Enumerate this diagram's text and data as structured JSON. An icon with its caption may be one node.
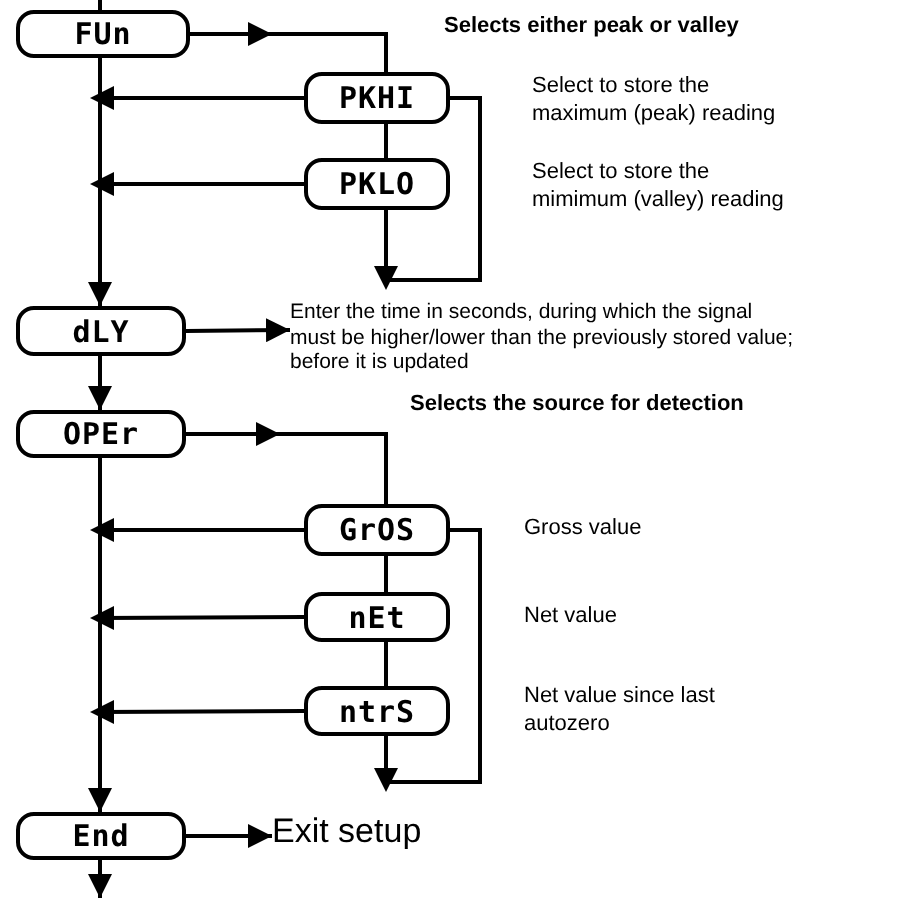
{
  "diagram": {
    "nodes": [
      {
        "text": [
          "FUn"
        ]
      },
      {
        "text": [
          "PKHI"
        ],
        "beside": [
          "Select to store the maximum (peak) reading"
        ]
      },
      {
        "text": [
          "PKLO"
        ],
        "beside": [
          "Select to store the mimimum (valley) reading"
        ]
      },
      {
        "text": [
          "dLY"
        ]
      },
      {
        "text": [
          "Enter the time in seconds, during which the signal must be higher/lower than the previously stored value; before it is updated"
        ]
      },
      {
        "text": [
          "OPEr"
        ]
      },
      {
        "text": [
          "GrOS"
        ],
        "beside": [
          "Gross value"
        ]
      },
      {
        "text": [
          "nEt"
        ],
        "beside": [
          "Net value"
        ]
      },
      {
        "text": [
          "ntrS"
        ],
        "beside": [
          "Net value since last autozero"
        ]
      },
      {
        "text": [
          "End"
        ]
      },
      {
        "text": [
          "Exit setup"
        ]
      }
    ],
    "edges": [
      {
        "from": null,
        "to": 0,
        "arrow": "none"
      },
      {
        "from": 0,
        "to": 1,
        "arrow": "to"
      },
      {
        "from": 1,
        "to": 2,
        "arrow": "none"
      },
      {
        "from": 1,
        "to": 3,
        "arrow": "to"
      },
      {
        "from": 2,
        "to": 3,
        "arrow": "to"
      },
      {
        "from": 2,
        "to": 1,
        "arrow": "to"
      },
      {
        "from": 0,
        "to": 3,
        "arrow": "to"
      },
      {
        "from": 3,
        "to": 4,
        "arrow": "to"
      },
      {
        "from": 3,
        "to": 5,
        "arrow": "to"
      },
      {
        "from": 5,
        "to": 6,
        "arrow": "to"
      },
      {
        "from": 6,
        "to": 7,
        "arrow": "none"
      },
      {
        "from": 7,
        "to": 8,
        "arrow": "none"
      },
      {
        "from": 6,
        "to": 9,
        "arrow": "to"
      },
      {
        "from": 7,
        "to": 9,
        "arrow": "to"
      },
      {
        "from": 8,
        "to": 9,
        "arrow": "to"
      },
      {
        "from": 8,
        "to": 6,
        "arrow": "to"
      },
      {
        "from": 5,
        "to": 9,
        "arrow": "to"
      },
      {
        "from": 9,
        "to": 10,
        "arrow": "to"
      },
      {
        "from": 9,
        "to": null,
        "arrow": "to"
      }
    ],
    "labels": [
      "Selects either peak or valley",
      "Selects the source for detection"
    ]
  }
}
